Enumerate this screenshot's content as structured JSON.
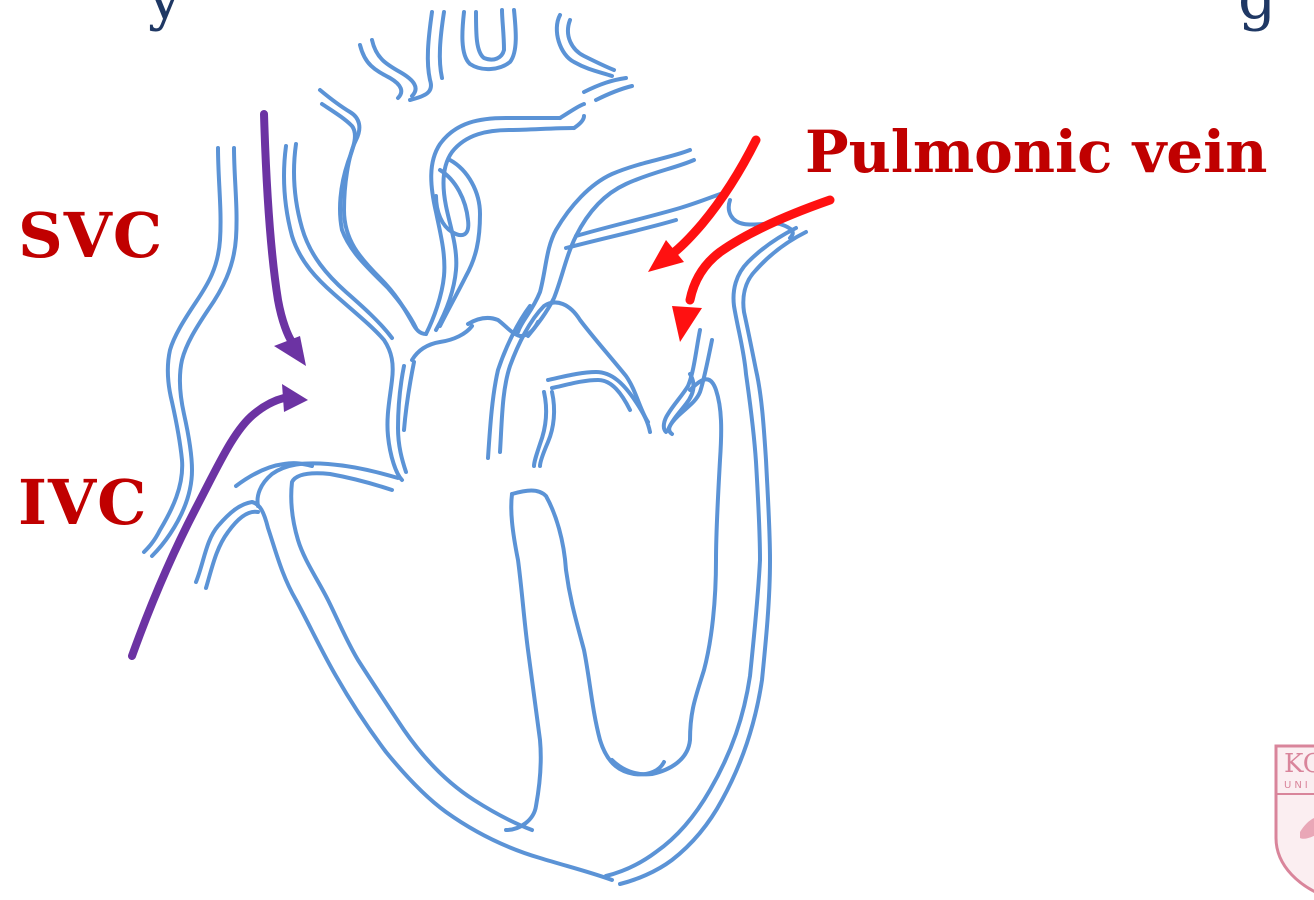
{
  "title_fragments": {
    "left": "y",
    "right": "g"
  },
  "labels": {
    "svc": "SVC",
    "ivc": "IVC",
    "pulmonic_vein": "Pulmonic vein"
  },
  "logo": {
    "text": "KO UNI"
  },
  "colors": {
    "label_text": "#c00000",
    "heart_outline": "#5b93d6",
    "vena_cava_arrows": "#6c33a3",
    "pulmonic_arrows": "#ff1111",
    "title_text": "#1f3864",
    "logo": "#d9859b"
  },
  "icons": {
    "heart": "heart-outline-drawing",
    "logo": "university-crest"
  }
}
